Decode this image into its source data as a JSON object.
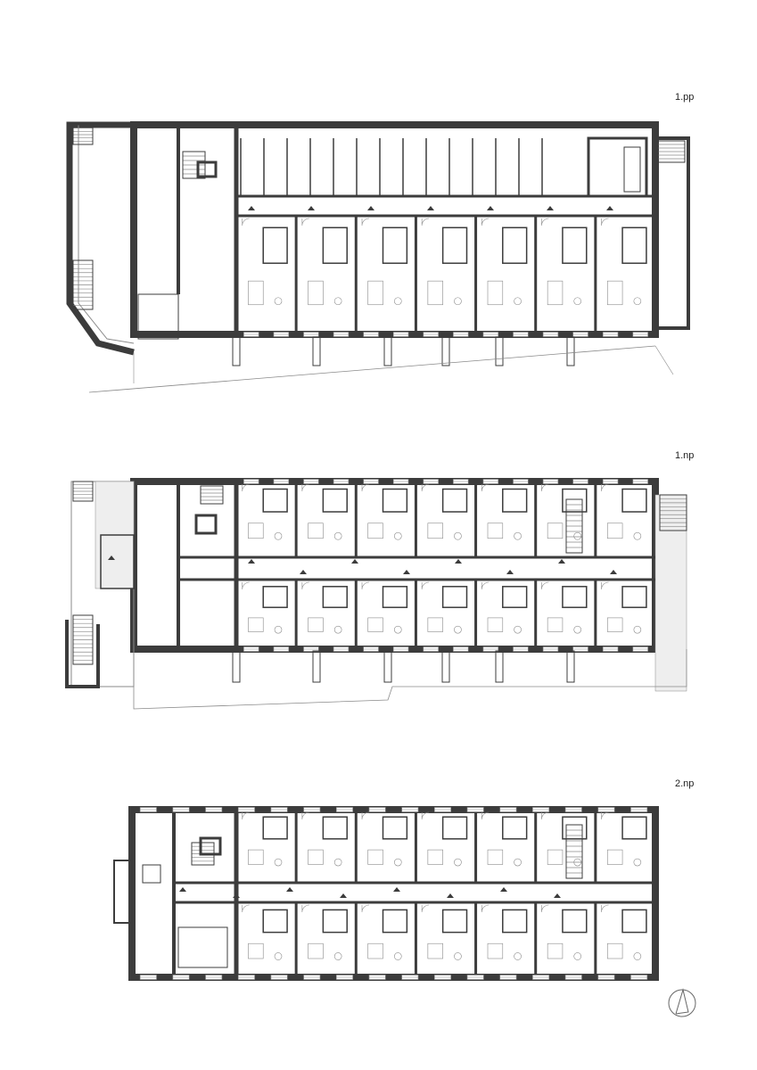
{
  "plans": [
    {
      "label": "1.pp"
    },
    {
      "label": "1.np"
    },
    {
      "label": "2.np"
    }
  ],
  "north_arrow": {
    "icon": "north-arrow-icon"
  },
  "colors": {
    "wall": "#3c3c3c",
    "line": "#8a8a8a",
    "paper": "#ffffff"
  }
}
